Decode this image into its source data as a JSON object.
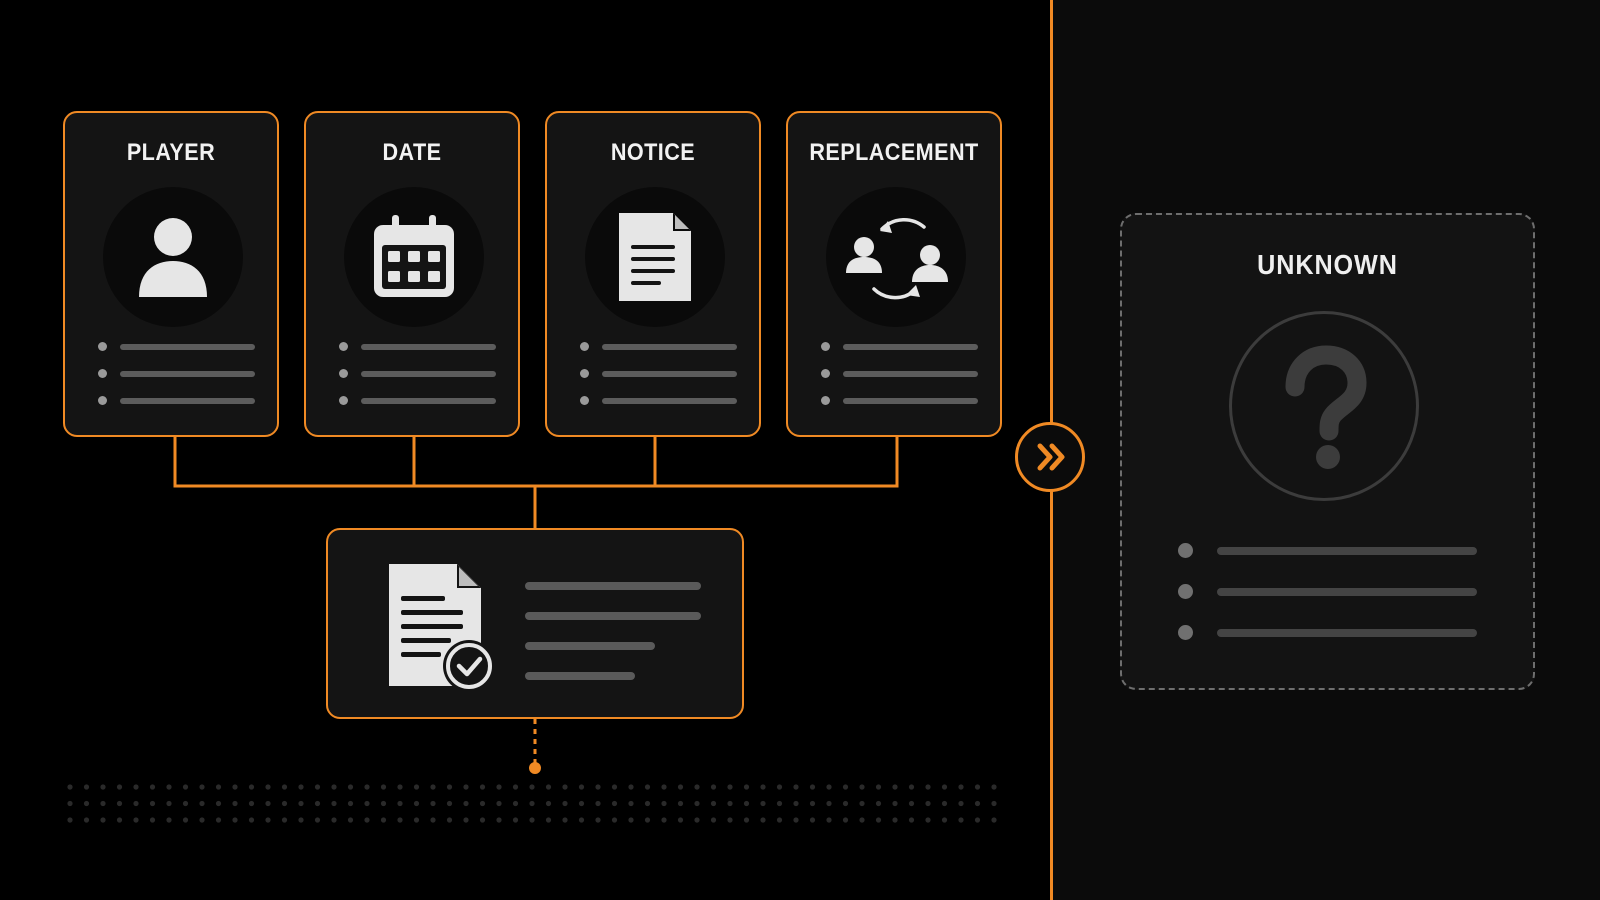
{
  "colors": {
    "accent": "#f08a24",
    "background": "#000000",
    "card": "#141414"
  },
  "cards": [
    {
      "title": "PLAYER",
      "icon": "user-icon"
    },
    {
      "title": "DATE",
      "icon": "calendar-icon"
    },
    {
      "title": "NOTICE",
      "icon": "document-icon"
    },
    {
      "title": "REPLACEMENT",
      "icon": "swap-users-icon"
    }
  ],
  "summary": {
    "icon": "document-check-icon"
  },
  "transition": {
    "icon": "double-chevron-right-icon"
  },
  "unknown_card": {
    "title": "UNKNOWN",
    "icon": "question-mark-icon"
  }
}
